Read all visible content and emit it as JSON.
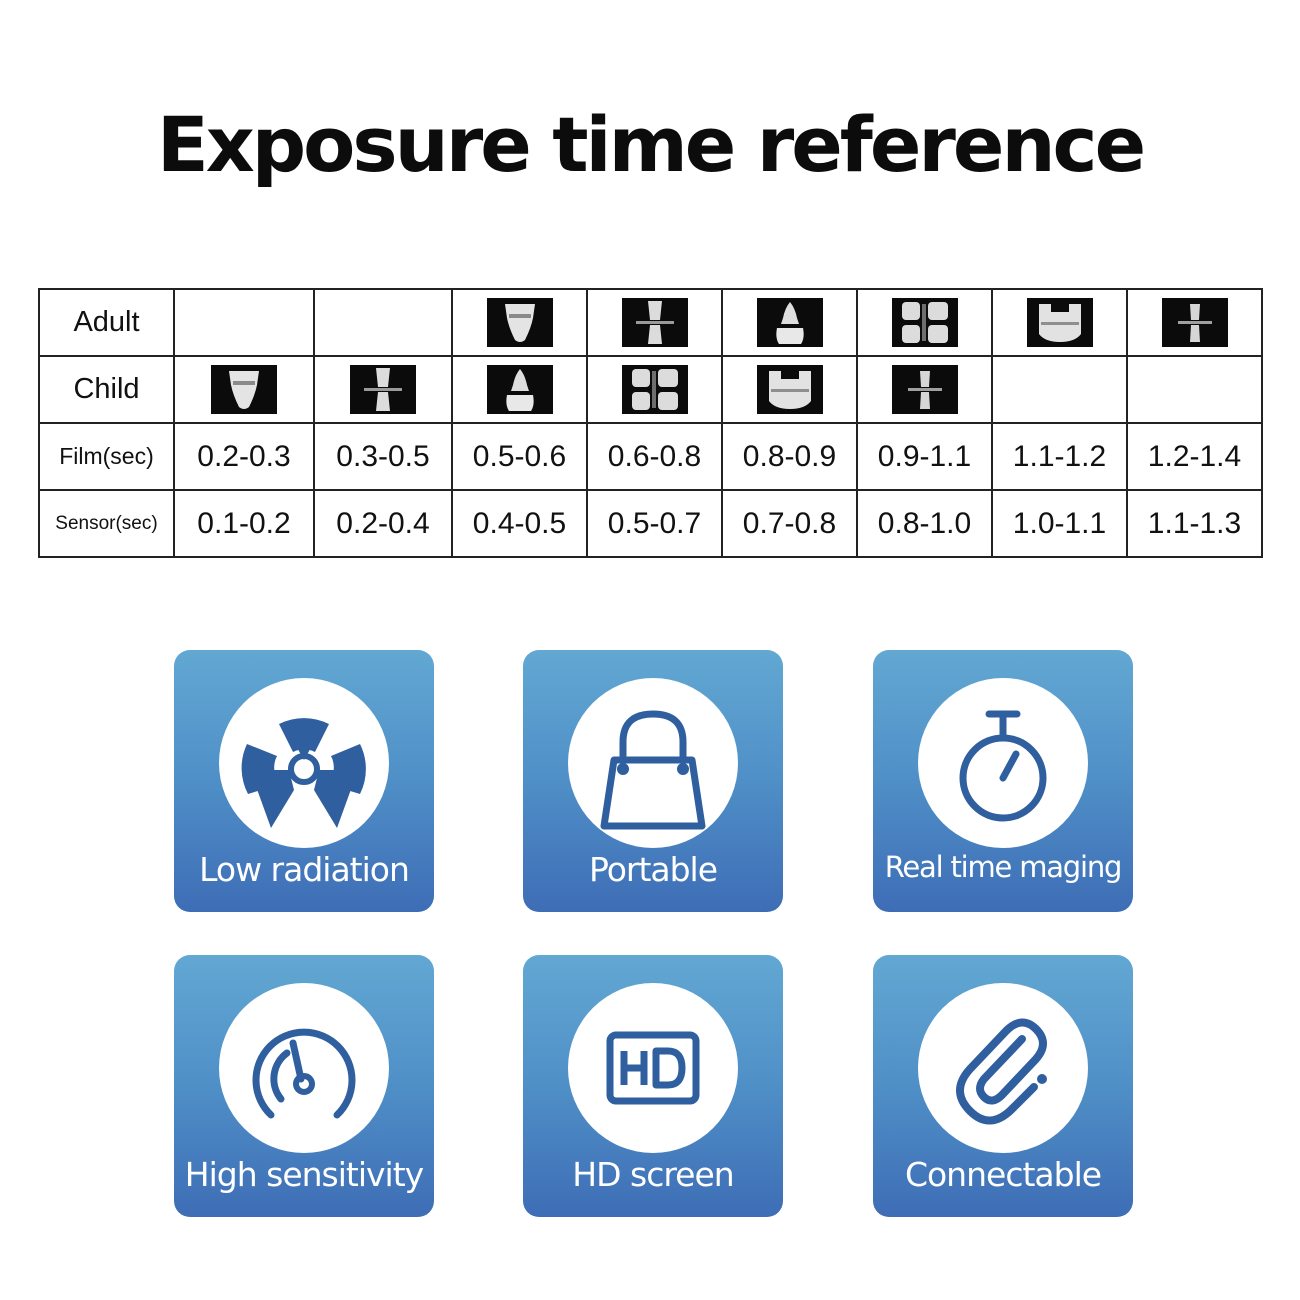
{
  "title": "Exposure time reference",
  "table": {
    "row_labels": {
      "adult": "Adult",
      "child": "Child",
      "film": "Film(sec)",
      "sensor": "Sensor(sec)"
    },
    "film": [
      "0.2-0.3",
      "0.3-0.5",
      "0.5-0.6",
      "0.6-0.8",
      "0.8-0.9",
      "0.9-1.1",
      "1.1-1.2",
      "1.2-1.4"
    ],
    "sensor": [
      "0.1-0.2",
      "0.2-0.4",
      "0.4-0.5",
      "0.5-0.7",
      "0.7-0.8",
      "0.8-1.0",
      "1.0-1.1",
      "1.1-1.3"
    ],
    "adult_images": [
      "",
      "",
      "incisor-xray",
      "interproximal-xray",
      "canine-xray",
      "premolar-xray",
      "molar-xray",
      "bitewing-xray"
    ],
    "child_images": [
      "incisor-xray",
      "interproximal-xray",
      "canine-xray",
      "premolar-xray",
      "molar-xray",
      "bitewing-xray",
      "",
      ""
    ]
  },
  "features": [
    {
      "label": "Low radiation",
      "icon": "radiation-icon"
    },
    {
      "label": "Portable",
      "icon": "shopping-bag-icon"
    },
    {
      "label": "Real time maging",
      "icon": "stopwatch-icon"
    },
    {
      "label": "High sensitivity",
      "icon": "gauge-icon"
    },
    {
      "label": "HD screen",
      "icon": "hd-icon"
    },
    {
      "label": "Connectable",
      "icon": "paperclip-icon"
    }
  ],
  "colors": {
    "card_top": "#62a8d3",
    "card_bottom": "#3e6db6",
    "icon": "#2f5f9f",
    "xray_background": "#0b0b0b"
  }
}
